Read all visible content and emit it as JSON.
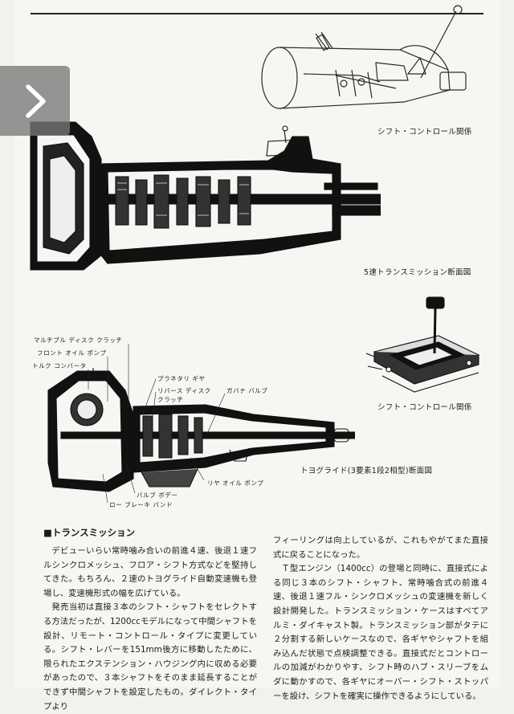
{
  "figures": {
    "shift_control_top_caption": "シフト・コントロール関係",
    "five_speed_caption": "5速トランスミッション断面図",
    "shift_control_bottom_caption": "シフト・コントロール関係",
    "toyoglide_caption": "トヨグライド(3要素1段2相型)断面図"
  },
  "toyoglide_labels": {
    "multi_disc_clutch": "マルチプル ディスク クラッチ",
    "front_oil_pump": "フロント オイル ポンプ",
    "torque_converter": "トルク コンバータ",
    "planetary_gear": "プラネタリ ギヤ",
    "reverse_disc_clutch_1": "リバース ディスク",
    "reverse_disc_clutch_2": "クラッチ",
    "governor_valve": "ガバナ バルブ",
    "rear_oil_pump": "リヤ オイル ポンプ",
    "valve_body": "バルブ ボデー",
    "low_brake_band": "ロー ブレーキ バンド"
  },
  "article": {
    "section_title": "■トランスミッション",
    "left_paragraphs": [
      "デビューいらい常時噛み合いの前進４速、後退１速フルシンクロメッシュ、フロア・シフト方式などを堅持してきた。もちろん、２速のトヨグライド自動変速機も登場し、変速機形式の幅を広げている。",
      "発売当初は直接３本のシフト・シャフトをセレクトする方法だったが、1200ccモデルになって中間シャフトを設計、リモート・コントロール・タイプに変更している。シフト・レバーを151mm後方に移動したために、限られたエクステンション・ハウジング内に収める必要があったので、３本シャフトをそのまま延長することができず中間シャフトを設定したもの。ダイレクト・タイプより"
    ],
    "right_paragraphs": [
      "フィーリングは向上しているが、これもやがてまた直接式に戻ることになった。",
      "Ｔ型エンジン（1400cc）の登場と同時に、直接式による同じ３本のシフト・シャフト、常時噛合式の前進４速、後退１速フル・シンクロメッシュの変速機を新しく設計開発した。トランスミッション・ケースはすべてアルミ・ダイキャスト製。トランスミッション部がタテに２分割する新しいケースなので、各ギヤやシャフトを組み込んだ状態で点検調整できる。直接式だとコントロールの加減がわかりやす、シフト時のハブ・スリーブをムダに動かすので、各ギヤにオーバー・シフト・ストッパーを設け、シフトを確実に操作できるようにしている。"
    ]
  },
  "nav": {
    "next_icon": "chevron-right-icon"
  }
}
